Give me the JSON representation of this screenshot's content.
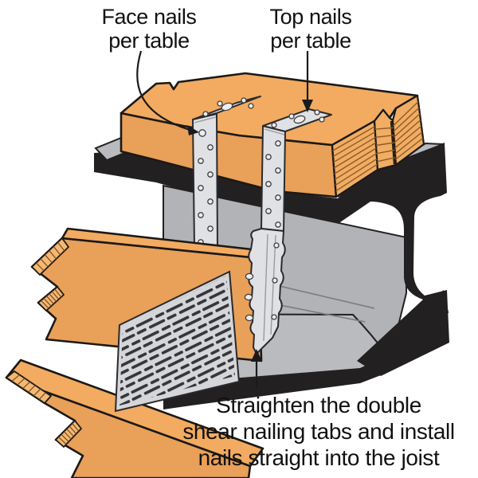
{
  "figure": {
    "type": "installation-diagram",
    "subject": "Joist hanger with double shear nailing tabs installed on wood nailer over steel I-beam",
    "labels": {
      "face_nails": {
        "lines": [
          "Face nails",
          "per table"
        ]
      },
      "top_nails": {
        "lines": [
          "Top nails",
          "per table"
        ]
      },
      "double_shear": {
        "lines": [
          "Straighten the double",
          "shear nailing tabs and install",
          "nails straight into the joist"
        ]
      }
    },
    "colors": {
      "background": "#FFFFFF",
      "ink": "#111111",
      "wood_top": "#F2AB60",
      "wood_front": "#E9A058",
      "wood_grain": "#F0AD63",
      "wood_hatch": "#F3B873",
      "steel_black": "#232021",
      "steel_gray": "#B2B3B7",
      "steel_gray2": "#BABBBF",
      "strap_metal": "#E0E1E5",
      "plate_metal": "#D5D6DA",
      "slot_dark": "#35353A"
    }
  }
}
